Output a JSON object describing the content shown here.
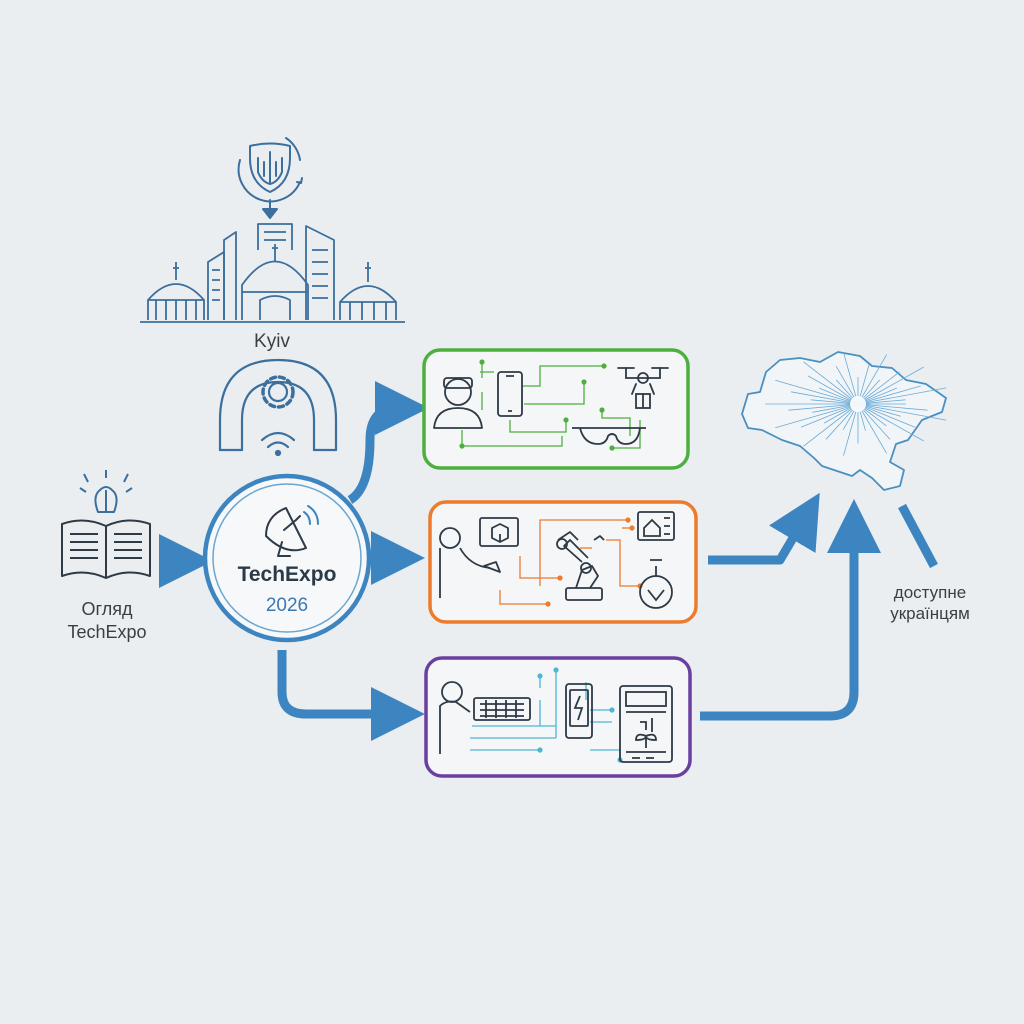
{
  "labels": {
    "city": "Kyiv",
    "review_line1": "Огляд",
    "review_line2": "TechExpo",
    "expo_title": "TechExpo",
    "expo_year": "2026",
    "access_line1": "доступне",
    "access_line2": "українцям"
  },
  "icons": {
    "emblem": "ukraine-trident-shield-icon",
    "city": "kyiv-skyline-icon",
    "hub": "gear-arch-wifi-icon",
    "book": "open-book-brain-icon",
    "antenna": "satellite-dish-icon",
    "map": "ukraine-map-icon"
  },
  "branches": [
    {
      "name": "wearables-drones",
      "color": "#4caf3e",
      "icons": [
        "vr-headset-person-icon",
        "smartphone-icon",
        "smart-glasses-icon",
        "drone-icon"
      ]
    },
    {
      "name": "robotics",
      "color": "#ee7a2c",
      "icons": [
        "person-tablet-icon",
        "robot-arm-icon",
        "smart-home-icon",
        "monowheel-icon"
      ]
    },
    {
      "name": "computing-energy",
      "color": "#6a3fa0",
      "icons": [
        "person-keyboard-icon",
        "phone-charging-icon",
        "vending-machine-icon"
      ]
    }
  ],
  "colors": {
    "flow": "#3d85c0",
    "line": "#3a6f9e",
    "background": "#ebeef0"
  }
}
